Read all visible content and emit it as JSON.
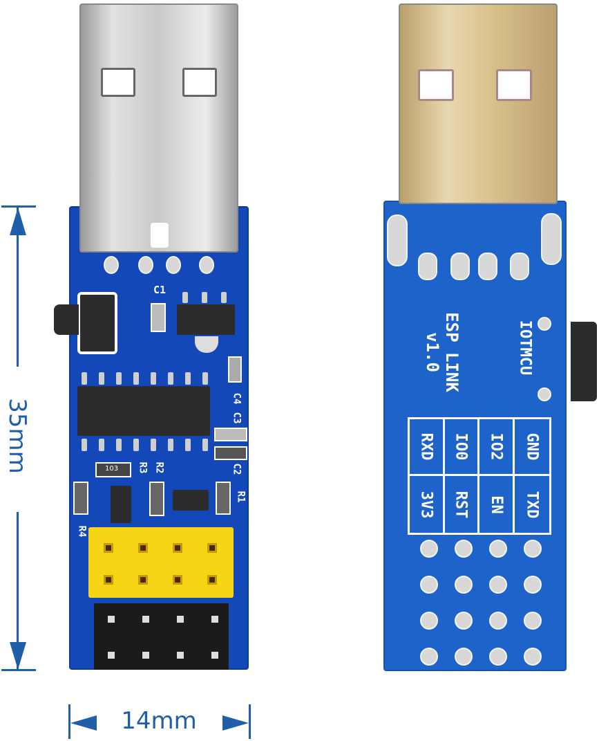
{
  "dimensions": {
    "height": "35mm",
    "width": "14mm"
  },
  "front_board": {
    "labels": [
      "C1",
      "C4",
      "C3",
      "C2",
      "R3",
      "R2",
      "R1",
      "R4",
      "103"
    ]
  },
  "back_board": {
    "title": "ESP LINK v1.0",
    "brand": "IOTMCU",
    "pin_table": {
      "top": [
        "RXD",
        "IO0",
        "IO2",
        "GND"
      ],
      "bottom": [
        "3V3",
        "RST",
        "EN",
        "TXD"
      ]
    }
  },
  "colors": {
    "pcb_front": "#1448b8",
    "pcb_back": "#1d63c9",
    "header": "#f5d515",
    "dimension": "#1f5fa8"
  }
}
